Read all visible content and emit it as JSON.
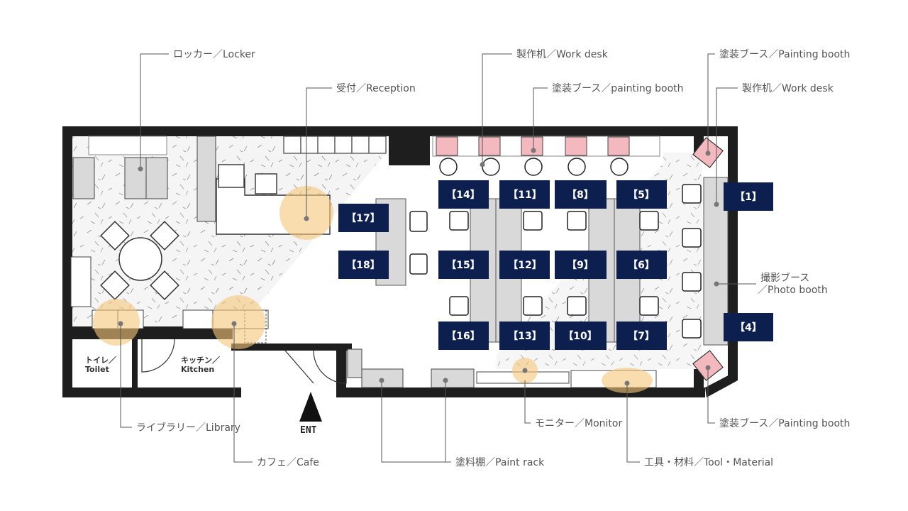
{
  "callouts": {
    "locker": "ロッカー／Locker",
    "reception": "受付／Reception",
    "work_desk_top": "製作机／Work desk",
    "painting_booth_center": "塗装ブース／painting booth",
    "painting_booth_top_right": "塗装ブース／Painting booth",
    "work_desk_right": "製作机／Work desk",
    "photo_booth_line1": "撮影ブース",
    "photo_booth_line2": "／Photo booth",
    "painting_booth_bottom_right": "塗装ブース／Painting booth",
    "library": "ライブラリー／Library",
    "cafe": "カフェ／Cafe",
    "paint_rack": "塗料棚／Paint rack",
    "monitor": "モニター／Monitor",
    "tool_material": "工具・材料／Tool・Material"
  },
  "rooms": {
    "toilet_jp": "トイレ／",
    "toilet_en": "Toilet",
    "kitchen_jp": "キッチン／",
    "kitchen_en": "Kitchen"
  },
  "entrance": "ENT",
  "seats": [
    "【1】",
    "【4】",
    "【5】",
    "【6】",
    "【7】",
    "【8】",
    "【9】",
    "【10】",
    "【11】",
    "【12】",
    "【13】",
    "【14】",
    "【15】",
    "【16】",
    "【17】",
    "【18】"
  ],
  "colors": {
    "seat_badge": "#0d1f4f",
    "wall": "#1e1e1e",
    "highlight": "#f5c67a",
    "painting_booth": "#f4b9bf",
    "furniture": "#d9d9d9",
    "leader_line": "#555555"
  }
}
